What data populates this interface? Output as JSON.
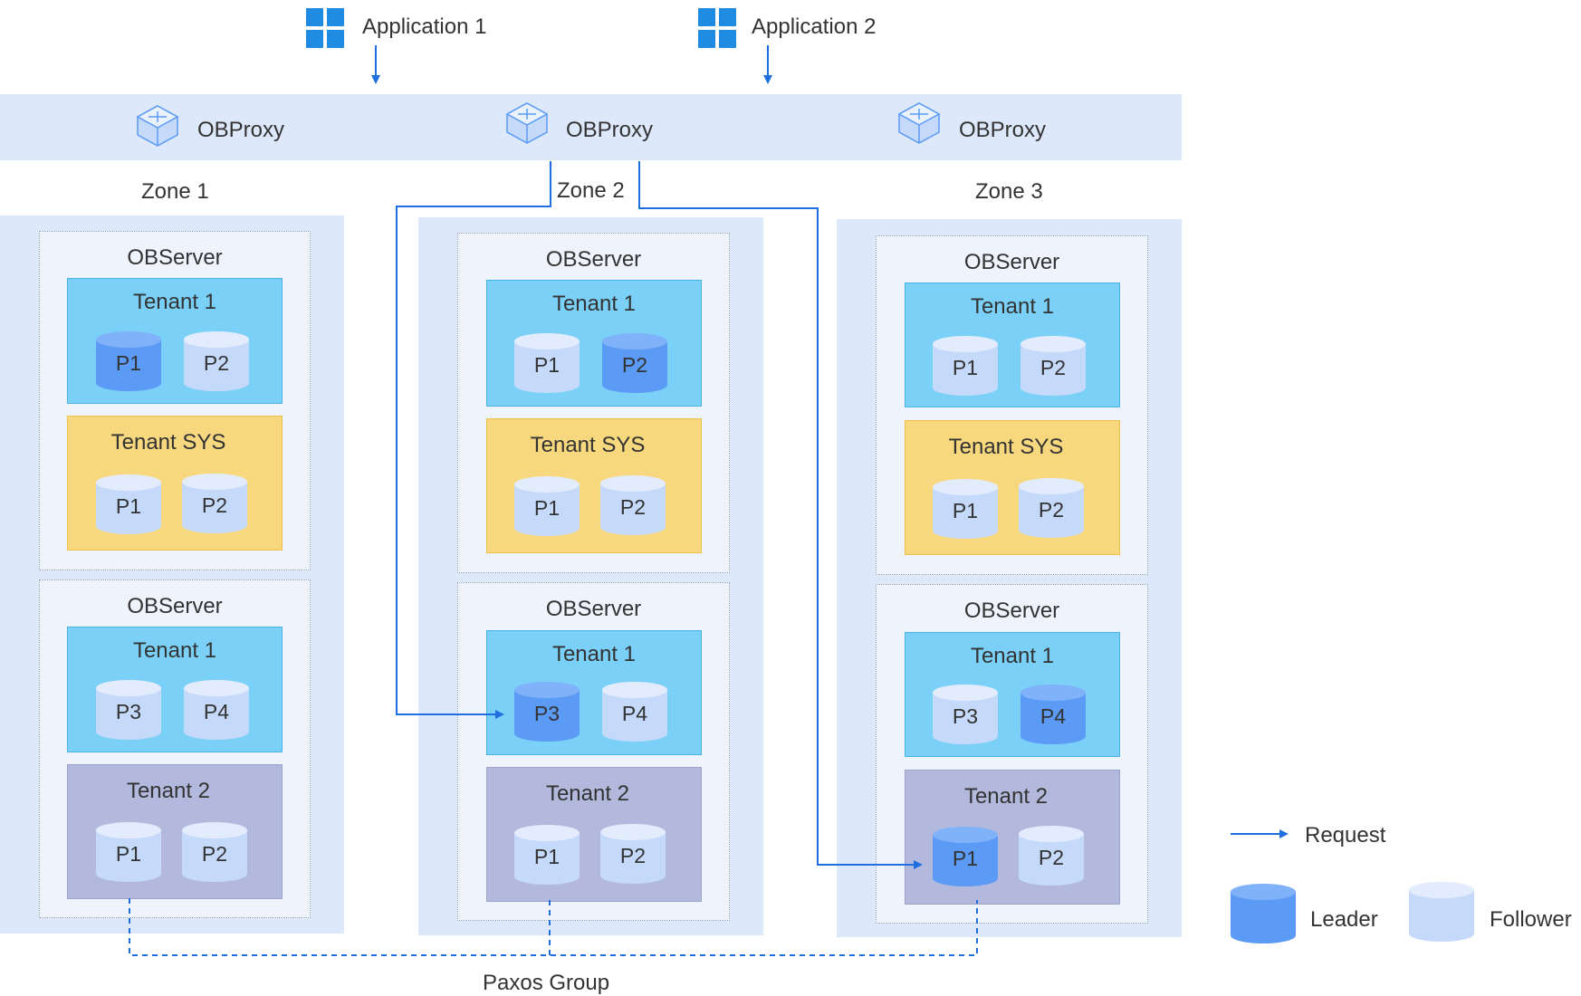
{
  "applications": [
    {
      "label": "Application 1"
    },
    {
      "label": "Application 2"
    }
  ],
  "proxies": [
    {
      "label": "OBProxy"
    },
    {
      "label": "OBProxy"
    },
    {
      "label": "OBProxy"
    }
  ],
  "zones": [
    {
      "label": "Zone 1"
    },
    {
      "label": "Zone 2"
    },
    {
      "label": "Zone 3"
    }
  ],
  "server_label": "OBServer",
  "tenants": {
    "tenant1": "Tenant 1",
    "tenant_sys": "Tenant SYS",
    "tenant2": "Tenant 2"
  },
  "partitions": {
    "p1": "P1",
    "p2": "P2",
    "p3": "P3",
    "p4": "P4"
  },
  "legend": {
    "request": "Request",
    "leader": "Leader",
    "follower": "Follower"
  },
  "paxos_label": "Paxos Group",
  "colors": {
    "leader": "#5b9af5",
    "follower": "#c5d9fa",
    "arrow": "#1f6fe0",
    "zone_bg": "#dde8fa",
    "tenant_blue": "#7ad0f6",
    "tenant_sys": "#f8d87e",
    "tenant_two": "#b2b9dc"
  }
}
